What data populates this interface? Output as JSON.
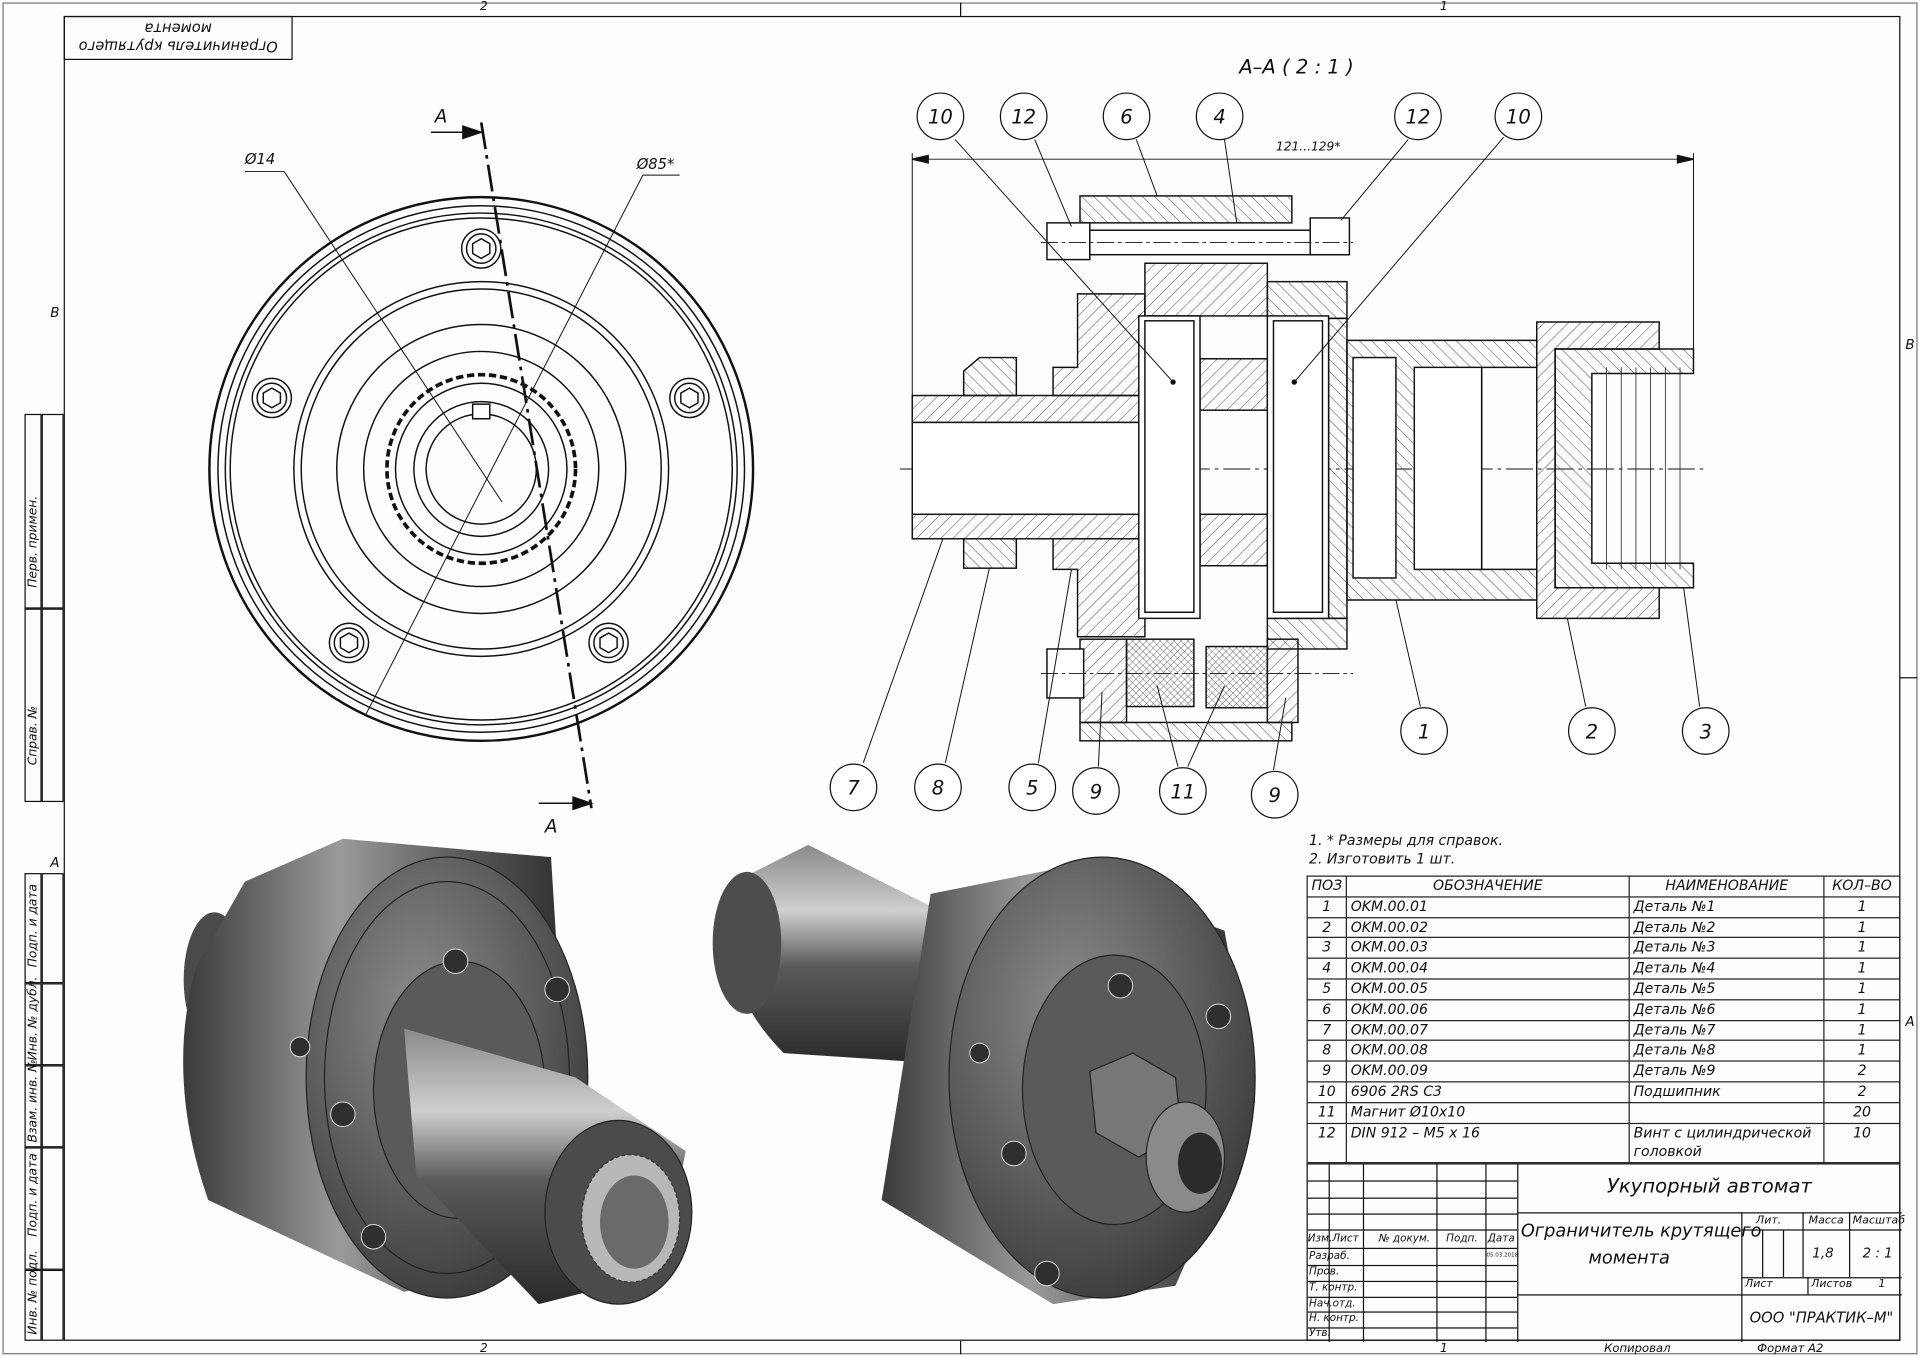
{
  "zones": {
    "top": [
      "2",
      "1"
    ],
    "bottom": [
      "2",
      "1"
    ],
    "left": [
      "B",
      "A"
    ],
    "right": [
      "B",
      "A"
    ]
  },
  "stamp": {
    "line1": "Ограничитель крутящего",
    "line2": "момента"
  },
  "left_strip": [
    "Перв. примен.",
    "Справ. №",
    "Подп. и дата",
    "Инв. № дубл.",
    "Взам. инв. №",
    "Подп. и дата",
    "Инв. № подл."
  ],
  "front_view": {
    "diameter_hole": "Ø14",
    "diameter_outer": "Ø85*",
    "section_mark_top": "A",
    "section_mark_bottom": "A"
  },
  "section_view": {
    "title": "А–А ( 2 : 1 )",
    "dimension": "121...129*",
    "callouts": [
      "10",
      "12",
      "6",
      "4",
      "12",
      "10",
      "7",
      "8",
      "5",
      "9",
      "11",
      "9",
      "1",
      "2",
      "3"
    ]
  },
  "notes": [
    "1. * Размеры для справок.",
    "2. Изготовить 1 шт."
  ],
  "spec_table": {
    "headers": [
      "ПОЗ",
      "ОБОЗНАЧЕНИЕ",
      "НАИМЕНОВАНИЕ",
      "КОЛ–ВО"
    ],
    "rows": [
      [
        "1",
        "OKM.00.01",
        "Деталь №1",
        "1"
      ],
      [
        "2",
        "OKM.00.02",
        "Деталь №2",
        "1"
      ],
      [
        "3",
        "OKM.00.03",
        "Деталь №3",
        "1"
      ],
      [
        "4",
        "OKM.00.04",
        "Деталь №4",
        "1"
      ],
      [
        "5",
        "OKM.00.05",
        "Деталь №5",
        "1"
      ],
      [
        "6",
        "OKM.00.06",
        "Деталь №6",
        "1"
      ],
      [
        "7",
        "OKM.00.07",
        "Деталь №7",
        "1"
      ],
      [
        "8",
        "OKM.00.08",
        "Деталь №8",
        "1"
      ],
      [
        "9",
        "OKM.00.09",
        "Деталь №9",
        "2"
      ],
      [
        "10",
        "6906 2RS C3",
        "Подшипник",
        "2"
      ],
      [
        "11",
        "Магнит Ø10x10",
        "",
        "20"
      ],
      [
        "12",
        "DIN 912 – M5 x 16",
        "Винт с цилиндрической головкой",
        "10"
      ]
    ]
  },
  "title_block": {
    "assembly": "Укупорный автомат",
    "name_line1": "Ограничитель крутящего",
    "name_line2": "момента",
    "col_labels": [
      "Изм.",
      "Лист",
      "№ докум.",
      "Подп.",
      "Дата"
    ],
    "row_labels": [
      "Разраб.",
      "Пров.",
      "Т. контр.",
      "Нач.отд.",
      "Н. контр.",
      "Утв."
    ],
    "date": "05.03.2018",
    "lit_label": "Лит.",
    "mass_label": "Масса",
    "scale_label": "Масштаб",
    "mass": "1,8",
    "scale": "2 : 1",
    "sheet_label": "Лист",
    "sheets_label": "Листов",
    "sheets": "1",
    "company": "ООО \"ПРАКТИК–М\"",
    "copied": "Копировал",
    "format": "Формат А2"
  }
}
